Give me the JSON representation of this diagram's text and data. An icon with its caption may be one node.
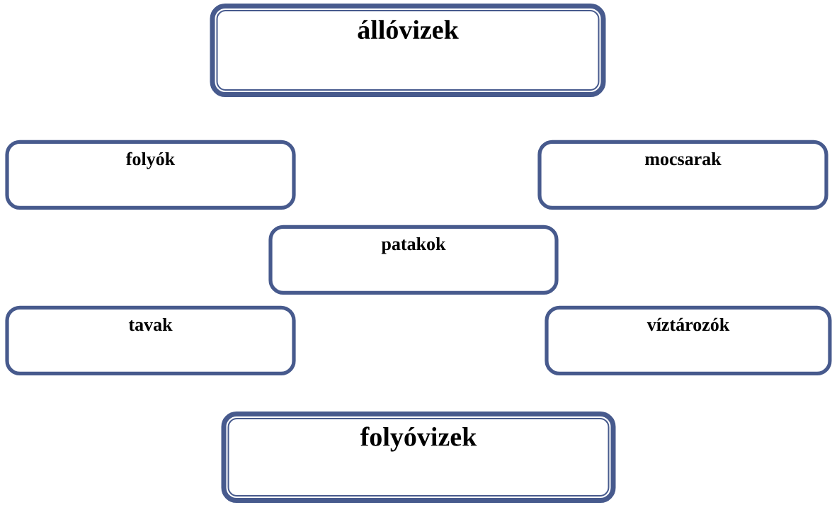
{
  "diagram": {
    "nodes": [
      {
        "text": [
          "állóvizek"
        ]
      },
      {
        "text": [
          "folyók"
        ]
      },
      {
        "text": [
          "mocsarak"
        ]
      },
      {
        "text": [
          "patakok"
        ]
      },
      {
        "text": [
          "tavak"
        ]
      },
      {
        "text": [
          "víztározók"
        ]
      },
      {
        "text": [
          "folyóvizek"
        ]
      }
    ]
  }
}
